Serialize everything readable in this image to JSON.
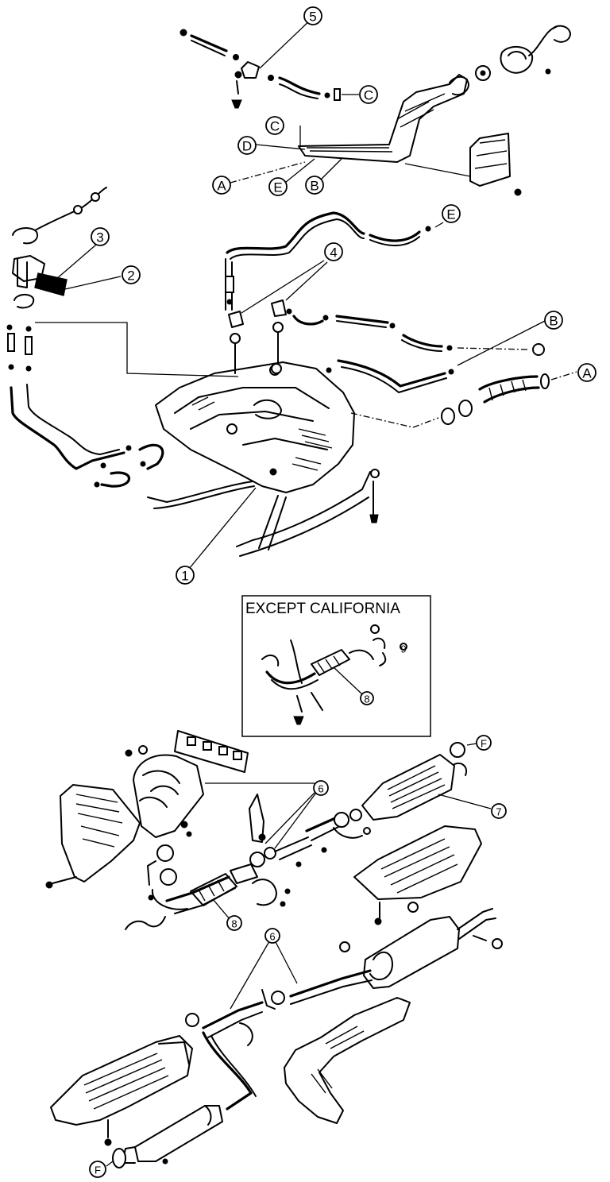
{
  "inset": {
    "title": "EXCEPT CALIFORNIA"
  },
  "callouts": {
    "n1": "1",
    "n2": "2",
    "n3": "3",
    "n4": "4",
    "n5": "5",
    "n6": "6",
    "n7": "7",
    "n8": "8",
    "n9": "9",
    "A": "A",
    "B": "B",
    "C": "C",
    "D": "D",
    "E": "E",
    "F": "F"
  }
}
